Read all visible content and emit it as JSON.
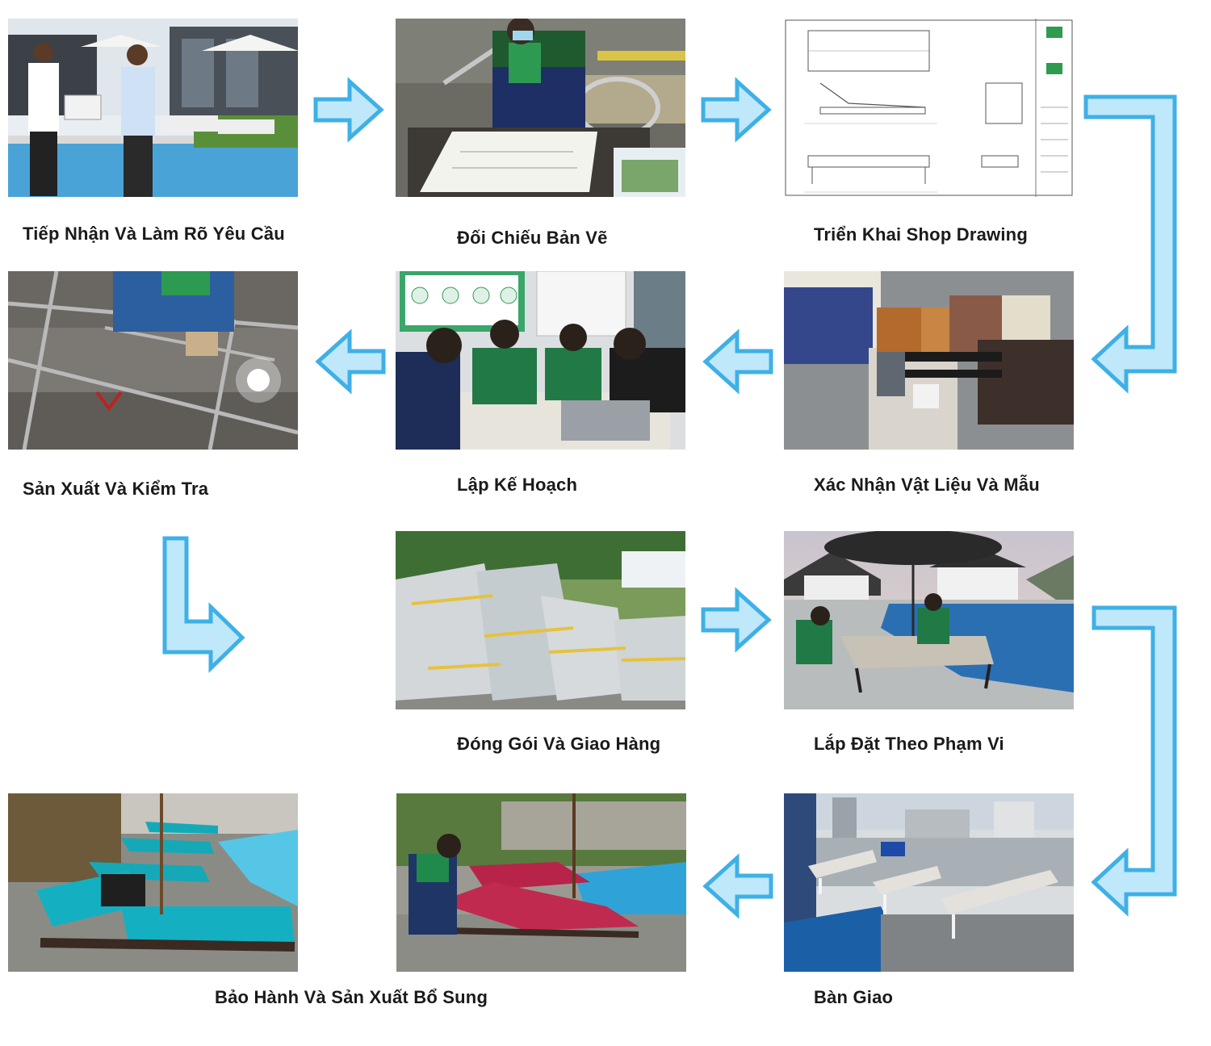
{
  "steps": [
    {
      "id": 1,
      "label": "Tiếp Nhận Và Làm Rõ Yêu Cầu",
      "icon": "photo-consultation-at-pool"
    },
    {
      "id": 2,
      "label": "Đối Chiếu Bản Vẽ",
      "icon": "photo-drawing-review"
    },
    {
      "id": 3,
      "label": "Triển Khai Shop Drawing",
      "icon": "photo-technical-drawing"
    },
    {
      "id": 4,
      "label": "Xác Nhận Vật Liệu Và Mẫu",
      "icon": "photo-material-samples"
    },
    {
      "id": 5,
      "label": "Lập Kế Hoạch",
      "icon": "photo-planning-meeting"
    },
    {
      "id": 6,
      "label": "Sản Xuất Và Kiểm Tra",
      "icon": "photo-welding-frame"
    },
    {
      "id": 7,
      "label": "Đóng Gói Và Giao Hàng",
      "icon": "photo-wrapped-furniture"
    },
    {
      "id": 8,
      "label": "Lắp Đặt Theo Phạm Vi",
      "icon": "photo-installation-pool"
    },
    {
      "id": 9,
      "label": "Bàn Giao",
      "icon": "photo-handover-rooftop"
    },
    {
      "id": 10,
      "label": "Bảo Hành Và Sản Xuất Bổ Sung",
      "icon": "photo-warranty-loungers"
    }
  ],
  "colors": {
    "arrow_fill": "#bfe8fb",
    "arrow_stroke": "#3fb0e6",
    "label_text": "#1a1a1a",
    "uniform_green": "#1f8a4c",
    "cushion_teal": "#15a9b8",
    "cushion_red": "#b8234a",
    "pool_blue": "#3aa6d9"
  }
}
